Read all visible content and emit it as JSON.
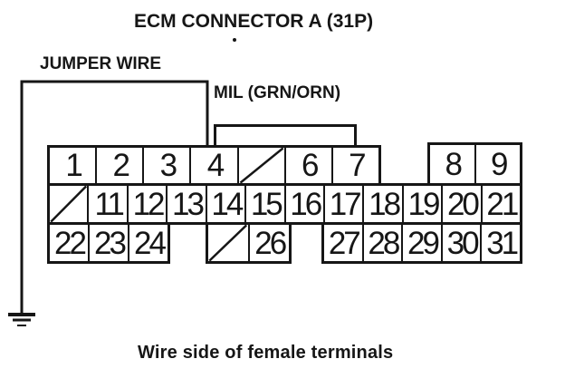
{
  "title": "ECM CONNECTOR A (31P)",
  "labels": {
    "jumper_wire": "JUMPER WIRE",
    "mil_wire": "MIL (GRN/ORN)"
  },
  "caption": "Wire side of female terminals",
  "colors": {
    "ink": "#161616",
    "background": "#ffffff"
  },
  "icons": {
    "ground": "earth-ground-symbol",
    "blank_terminal": "diagonal-slash"
  },
  "connector": {
    "name": "ECM Connector A",
    "pin_count_label": "31P",
    "rows": [
      {
        "blocks": [
          {
            "cells": [
              "1",
              "2",
              "3",
              "4",
              "",
              "6",
              "7"
            ]
          },
          {
            "cells": [
              "8",
              "9"
            ]
          }
        ]
      },
      {
        "blocks": [
          {
            "cells": [
              "",
              "11",
              "12",
              "13",
              "14",
              "15",
              "16",
              "17",
              "18",
              "19",
              "20",
              "21"
            ]
          }
        ]
      },
      {
        "blocks": [
          {
            "cells": [
              "22",
              "23",
              "24"
            ]
          },
          {
            "cells": [
              "",
              "26"
            ]
          },
          {
            "cells": [
              "27",
              "28",
              "29",
              "30",
              "31"
            ]
          }
        ]
      }
    ]
  }
}
